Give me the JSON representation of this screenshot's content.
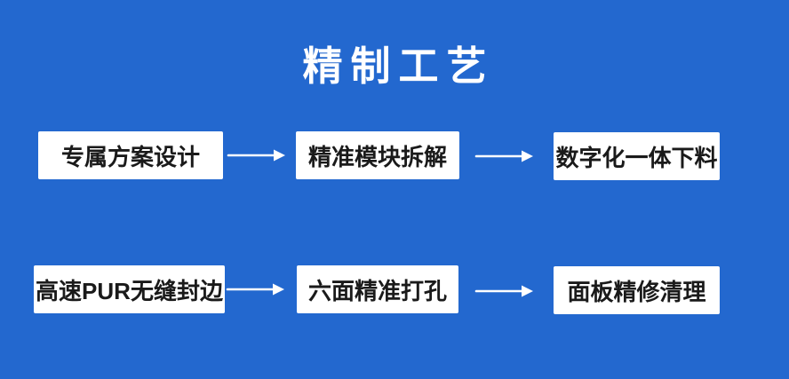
{
  "title": "精制工艺",
  "colors": {
    "background": "#2368CF",
    "title_text": "#FFFFFF",
    "box_background": "#FFFFFF",
    "box_text": "#1A1A1A",
    "arrow": "#FFFFFF"
  },
  "diagram": {
    "rows": [
      {
        "steps": [
          "专属方案设计",
          "精准模块拆解",
          "数字化一体下料"
        ]
      },
      {
        "steps": [
          "高速PUR无缝封边",
          "六面精准打孔",
          "面板精修清理"
        ]
      }
    ]
  },
  "icons": {
    "flow_connector": "arrow-right-icon"
  }
}
